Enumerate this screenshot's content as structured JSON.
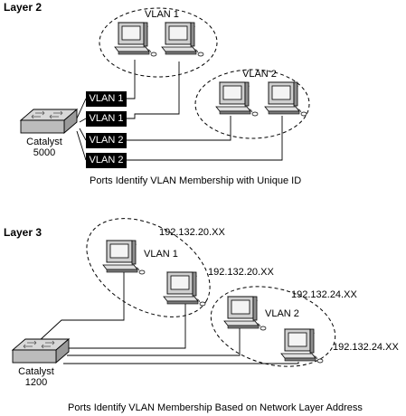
{
  "layer2": {
    "heading": "Layer 2",
    "vlan1_label": "VLAN 1",
    "vlan2_label": "VLAN 2",
    "switch_label": "Catalyst\n5000",
    "port_tags": [
      "VLAN 1",
      "VLAN 1",
      "VLAN 2",
      "VLAN 2"
    ],
    "caption": "Ports Identify VLAN Membership with Unique ID"
  },
  "layer3": {
    "heading": "Layer 3",
    "vlan1_label": "VLAN 1",
    "vlan2_label": "VLAN 2",
    "switch_label": "Catalyst\n1200",
    "addresses": [
      "192.132.20.XX",
      "192.132.20.XX",
      "192.132.24.XX",
      "192.132.24.XX"
    ],
    "caption": "Ports Identify VLAN Membership Based on Network Layer Address"
  }
}
